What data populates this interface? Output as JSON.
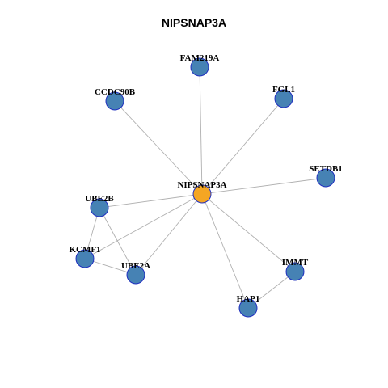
{
  "title": "NIPSNAP3A",
  "colors": {
    "hub_fill": "#F5A623",
    "node_fill": "#4682B4",
    "node_border": "#1F2FBF",
    "edge": "#B0B0B0"
  },
  "nodes": [
    {
      "id": "NIPSNAP3A",
      "label": "NIPSNAP3A",
      "role": "hub"
    },
    {
      "id": "FAM219A",
      "label": "FAM219A",
      "role": "neighbor"
    },
    {
      "id": "CCDC90B",
      "label": "CCDC90B",
      "role": "neighbor"
    },
    {
      "id": "FGL1",
      "label": "FGL1",
      "role": "neighbor"
    },
    {
      "id": "SETDB1",
      "label": "SETDB1",
      "role": "neighbor"
    },
    {
      "id": "UBE2B",
      "label": "UBE2B",
      "role": "neighbor"
    },
    {
      "id": "KCMF1",
      "label": "KCMF1",
      "role": "neighbor"
    },
    {
      "id": "UBE2A",
      "label": "UBE2A",
      "role": "neighbor"
    },
    {
      "id": "IMMT",
      "label": "IMMT",
      "role": "neighbor"
    },
    {
      "id": "HAP1",
      "label": "HAP1",
      "role": "neighbor"
    }
  ],
  "edges": [
    [
      "NIPSNAP3A",
      "FAM219A"
    ],
    [
      "NIPSNAP3A",
      "CCDC90B"
    ],
    [
      "NIPSNAP3A",
      "FGL1"
    ],
    [
      "NIPSNAP3A",
      "SETDB1"
    ],
    [
      "NIPSNAP3A",
      "UBE2B"
    ],
    [
      "NIPSNAP3A",
      "KCMF1"
    ],
    [
      "NIPSNAP3A",
      "UBE2A"
    ],
    [
      "NIPSNAP3A",
      "IMMT"
    ],
    [
      "NIPSNAP3A",
      "HAP1"
    ],
    [
      "UBE2B",
      "KCMF1"
    ],
    [
      "UBE2B",
      "UBE2A"
    ],
    [
      "KCMF1",
      "UBE2A"
    ],
    [
      "IMMT",
      "HAP1"
    ]
  ]
}
